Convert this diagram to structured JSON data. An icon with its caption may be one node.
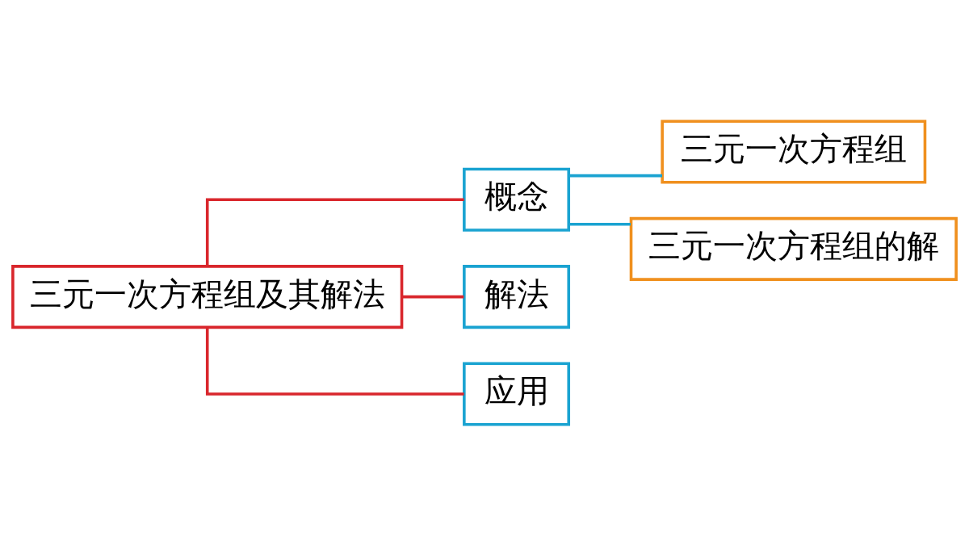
{
  "diagram": {
    "nodes": [
      {
        "text": [
          "三元一次方程组及其解法"
        ]
      },
      {
        "text": [
          "概念"
        ]
      },
      {
        "text": [
          "解法"
        ]
      },
      {
        "text": [
          "应用"
        ]
      },
      {
        "text": [
          "三元一次方程组"
        ]
      },
      {
        "text": [
          "三元一次方程组的解"
        ]
      }
    ],
    "edges": [
      {
        "from": 0,
        "to": 1,
        "arrow": "none",
        "color": "#d9262c"
      },
      {
        "from": 0,
        "to": 2,
        "arrow": "none",
        "color": "#d9262c"
      },
      {
        "from": 0,
        "to": 3,
        "arrow": "none",
        "color": "#d9262c"
      },
      {
        "from": 1,
        "to": 4,
        "arrow": "none",
        "color": "#1aa3d1"
      },
      {
        "from": 1,
        "to": 5,
        "arrow": "none",
        "color": "#1aa3d1"
      }
    ]
  }
}
